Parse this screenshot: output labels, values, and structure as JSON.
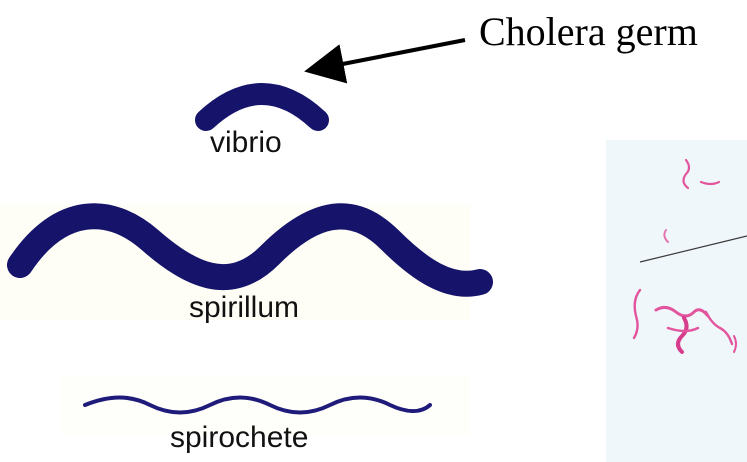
{
  "caption": {
    "text": "Cholera germ",
    "color": "#000000"
  },
  "shapes": [
    {
      "name": "vibrio",
      "label": "vibrio",
      "color": "#16146a"
    },
    {
      "name": "spirillum",
      "label": "spirillum",
      "color": "#16146a"
    },
    {
      "name": "spirochete",
      "label": "spirochete",
      "color": "#1f1b7a"
    }
  ],
  "micrograph": {
    "background": "#eaf3f6",
    "stain_color": "#e2559e"
  }
}
